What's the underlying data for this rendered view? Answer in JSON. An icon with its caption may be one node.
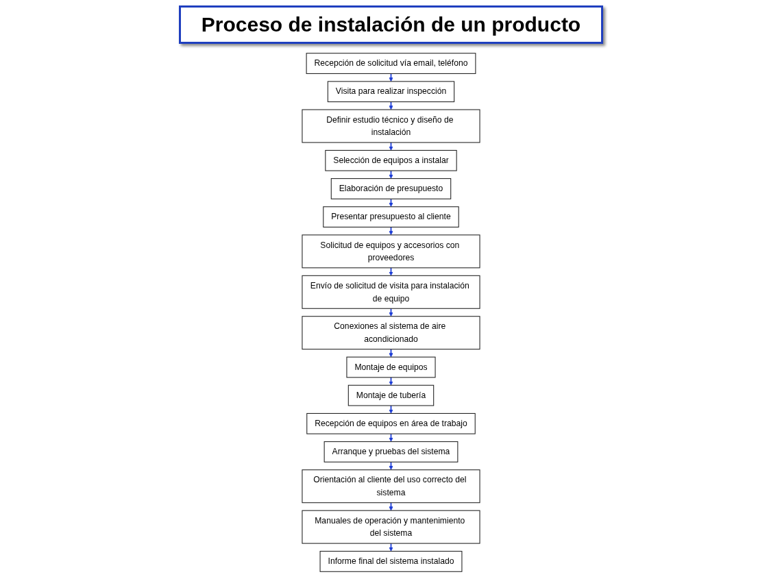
{
  "diagram": {
    "title": "Proceso de instalación de un producto",
    "nodes": [
      {
        "text": [
          "Recepción de solicitud vía email, teléfono"
        ]
      },
      {
        "text": [
          "Visita para realizar inspección"
        ]
      },
      {
        "text": [
          "Definir estudio técnico y diseño de instalación"
        ]
      },
      {
        "text": [
          "Selección de equipos a instalar"
        ]
      },
      {
        "text": [
          "Envío de solicitud de visita para instalación de equipo"
        ]
      },
      {
        "text": [
          "Solicitud de equipos y accesorios con proveedores"
        ]
      },
      {
        "text": [
          "Presentar presupuesto al cliente"
        ]
      },
      {
        "text": [
          "Elaboración de presupuesto"
        ]
      },
      {
        "text": [
          "Conexiones al sistema de aire acondicionado"
        ]
      },
      {
        "text": [
          "Montaje de equipos"
        ]
      },
      {
        "text": [
          "Montaje de tubería"
        ]
      },
      {
        "text": [
          "Recepción de equipos en área de trabajo"
        ]
      },
      {
        "text": [
          "Informe final del sistema instalado"
        ]
      },
      {
        "text": [
          "Manuales de operación y mantenimiento del sistema"
        ]
      },
      {
        "text": [
          "Orientación al cliente del uso correcto del sistema"
        ]
      },
      {
        "text": [
          "Arranque y pruebas del sistema"
        ]
      }
    ],
    "edges": [
      {
        "from": 0,
        "to": 1,
        "arrow": "to"
      },
      {
        "from": 1,
        "to": 2,
        "arrow": "to"
      },
      {
        "from": 2,
        "to": 3,
        "arrow": "to"
      },
      {
        "from": 3,
        "to": 7,
        "arrow": "to"
      },
      {
        "from": 7,
        "to": 6,
        "arrow": "to"
      },
      {
        "from": 6,
        "to": 5,
        "arrow": "to"
      },
      {
        "from": 5,
        "to": 4,
        "arrow": "to"
      },
      {
        "from": 4,
        "to": 8,
        "arrow": "to"
      },
      {
        "from": 8,
        "to": 9,
        "arrow": "to"
      },
      {
        "from": 9,
        "to": 10,
        "arrow": "to"
      },
      {
        "from": 10,
        "to": 11,
        "arrow": "to"
      },
      {
        "from": 11,
        "to": 15,
        "arrow": "to"
      },
      {
        "from": 15,
        "to": 14,
        "arrow": "to"
      },
      {
        "from": 14,
        "to": 13,
        "arrow": "to"
      },
      {
        "from": 13,
        "to": 12,
        "arrow": "to"
      }
    ]
  }
}
